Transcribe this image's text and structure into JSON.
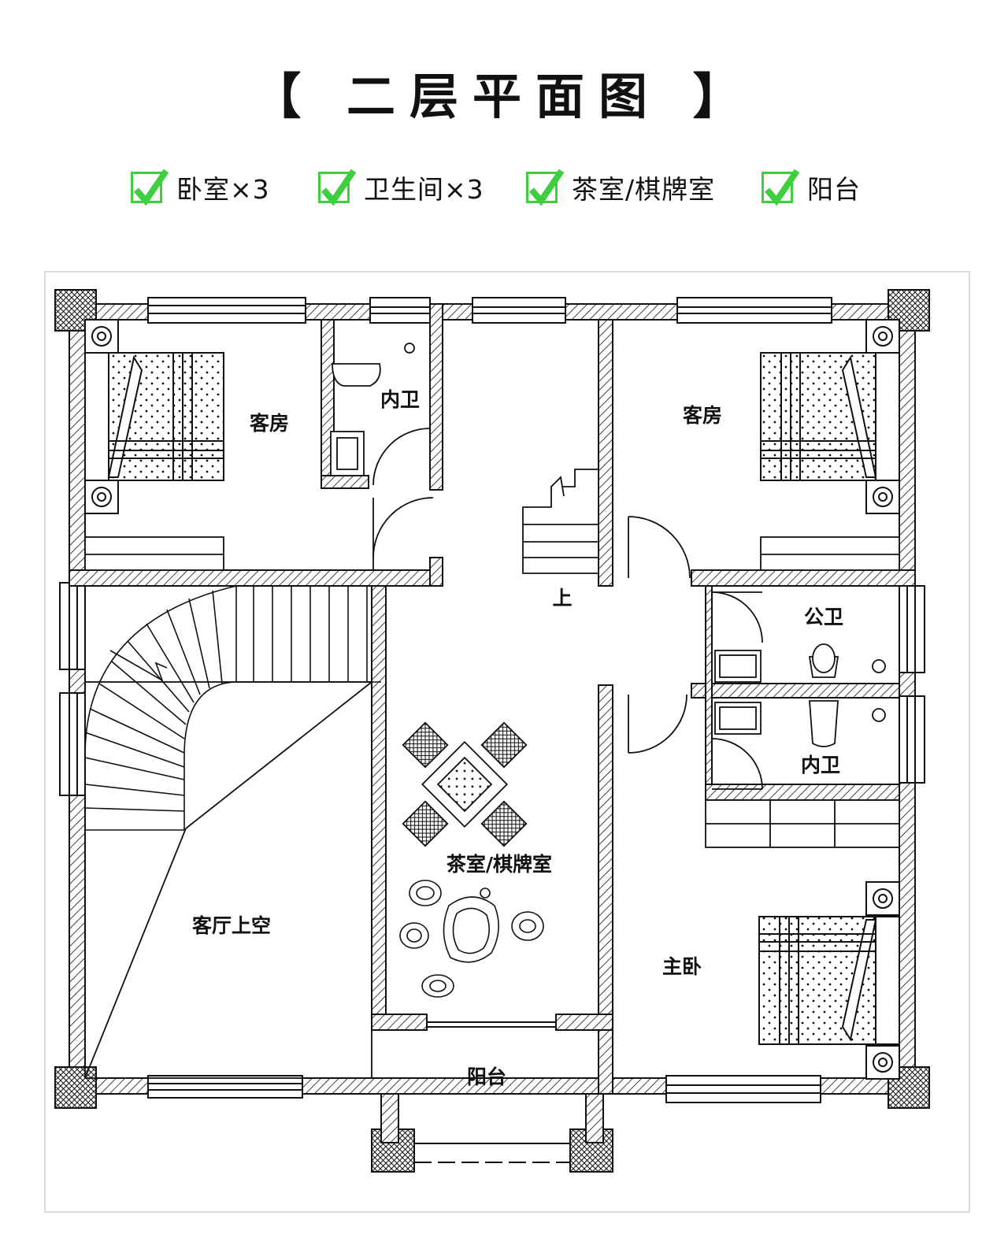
{
  "title": "【 二层平面图 】",
  "features": [
    {
      "label": "卧室×3",
      "icon": "green-checkbox-icon"
    },
    {
      "label": "卫生间×3",
      "icon": "green-checkbox-icon"
    },
    {
      "label": "茶室/棋牌室",
      "icon": "green-checkbox-icon"
    },
    {
      "label": "阳台",
      "icon": "green-checkbox-icon"
    }
  ],
  "rooms": {
    "guest_left": "客房",
    "bath_left": "内卫",
    "guest_right": "客房",
    "stair_up": "上",
    "public_bath": "公卫",
    "bath_right": "内卫",
    "tea_room": "茶室/棋牌室",
    "living_void": "客厅上空",
    "master": "主卧",
    "balcony": "阳台"
  },
  "colors": {
    "check": "#3ecf3e",
    "wall": "#111111",
    "frame": "#d9d9d9"
  }
}
